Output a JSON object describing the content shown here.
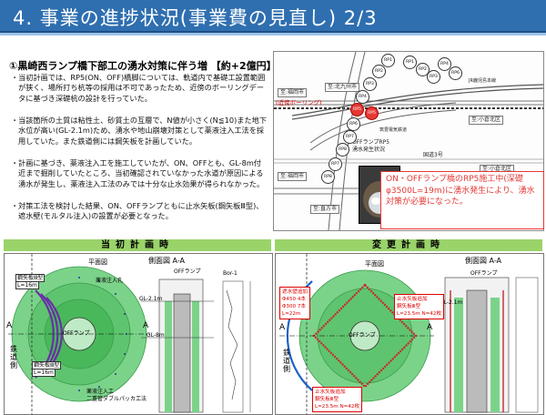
{
  "header": {
    "title": "4. 事業の進捗状況(事業費の見直し) 2/3"
  },
  "section": {
    "title": "①黒崎西ランプ橋下部工の湧水対策に伴う増 【約+2億円】"
  },
  "bullets": [
    {
      "mark": "・",
      "text": "当初計画では、RP5(ON、OFF)橋脚については、軌道内で基礎工設置範囲が狭く、場所打ち杭等の採用は不可であったため、近傍のボーリングデータに基づき深礎杭の設計を行っていた。"
    },
    {
      "mark": "・",
      "text": "当該箇所の土質は粘性土、砂質土の互層で、N値が小さく(N≦10)また地下水位が高い(GL-2.1m)ため、湧水や地山崩壊対策として薬液注入工法を採用していた。また鉄道側には鋼矢板を計画していた。"
    },
    {
      "mark": "・",
      "text": "計画に基づき、薬液注入工を施工していたが、ON、OFFとも、GL-8m付近まで掘削していたところ、当初確認されていなかった水道が原因による湧水が発生し、薬液注入工法のみでは十分な止水効果が得られなかった。"
    },
    {
      "mark": "・",
      "text": "対策工法を検討した結果、ON、OFFランプともに止水矢板(鋼矢板Ⅲ型)、遮水壁(モルタル注入)の設置が必要となった。"
    }
  ],
  "map": {
    "labels": {
      "fukuoka_top": "至:福岡市",
      "boring": "(近傍ボーリング)",
      "kitakyushu_top": "至:北九州市",
      "station": "JR鹿児島本線",
      "kokura_mid": "至:小倉北区",
      "kokura_low": "至:小倉北区",
      "route3": "国道3号",
      "fukuoka_low": "至:福岡市",
      "nogata": "至:直方市",
      "rail": "筑豊電気鉄道",
      "photo_caption_1": "OFFランプRP5",
      "photo_caption_2": "湧水発生状況"
    },
    "pins": [
      {
        "label": "RP1",
        "red": false
      },
      {
        "label": "RP2",
        "red": false
      },
      {
        "label": "RP3",
        "red": false
      },
      {
        "label": "RP4",
        "red": false
      },
      {
        "label": "RP5",
        "red": true
      },
      {
        "label": "RP5",
        "red": true
      },
      {
        "label": "RP6",
        "red": false
      },
      {
        "label": "RP7",
        "red": false
      },
      {
        "label": "RP8",
        "red": false
      },
      {
        "label": "RP1",
        "red": false
      },
      {
        "label": "RP2",
        "red": false
      },
      {
        "label": "RP3",
        "red": false
      },
      {
        "label": "RP4",
        "red": false
      },
      {
        "label": "RP6",
        "red": false
      },
      {
        "label": "RP7",
        "red": false
      },
      {
        "label": "RP8",
        "red": false
      }
    ],
    "note": "ON・OFFランプ橋のRP5施工中(深礎φ3500L=19m)に湧水発生により、湧水対策が必要になった。"
  },
  "original_plan": {
    "header": "当初計画時",
    "plan_view": "平面図",
    "side_view": "側面図 A-A",
    "ramp": "OFFランプ",
    "bor": "Bor-1",
    "sheet_pile_type": "鋼矢板Ⅲ型",
    "sheet_pile_len": "L=16m",
    "grout": "薬液注入孔",
    "gl1": "GL-2.1m",
    "gl2": "GL-8m",
    "off_ramp": "OFFランプ",
    "a_left": "A",
    "a_right": "A",
    "railway": "鉄道側",
    "sheet_pile_type2": "鋼矢板Ⅲ型",
    "sheet_pile_len2": "L=16m",
    "grout_method": "薬液注入工",
    "grout_method2": "二重管ダブルパッカ工法"
  },
  "revised_plan": {
    "header": "変更計画時",
    "plan_view": "平面図",
    "side_view": "側面図 A-A",
    "ramp": "OFFランプ",
    "wall_add": "遮水壁追加",
    "wall_spec1": "Φ450 4本",
    "wall_spec2": "Φ300 7本",
    "wall_spec3": "L=22m",
    "gl": "GL-2.1m",
    "sheet_add": "止水矢板追加",
    "sheet_add_spec1": "鋼矢板Ⅲ型",
    "sheet_add_spec2": "L=23.5m N=42枚",
    "off_ramp": "OFFランプ",
    "a_left": "A",
    "a_right": "A",
    "railway": "鉄道側",
    "bottom_add": "止水矢板追加",
    "bottom_spec1": "鋼矢板Ⅲ型",
    "bottom_spec2": "L=23.5m N=42枚"
  }
}
